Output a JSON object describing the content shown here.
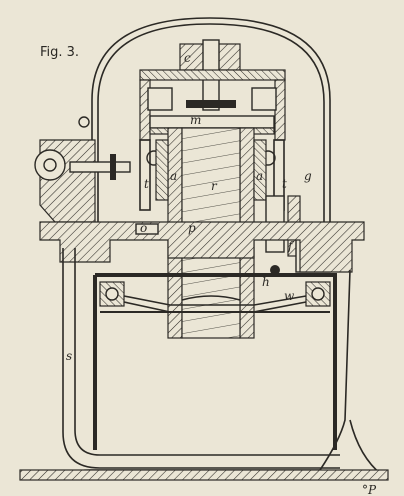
{
  "figure": {
    "title": "Fig. 3.",
    "corner_mark": "°P"
  },
  "labels": {
    "c": "c",
    "m": "m",
    "r": "r",
    "a_left": "a",
    "a_right": "a",
    "t_left": "t",
    "t_right": "t",
    "g": "g",
    "o": "o",
    "p": "p",
    "f": "f",
    "h": "h",
    "w": "w",
    "s": "s"
  }
}
